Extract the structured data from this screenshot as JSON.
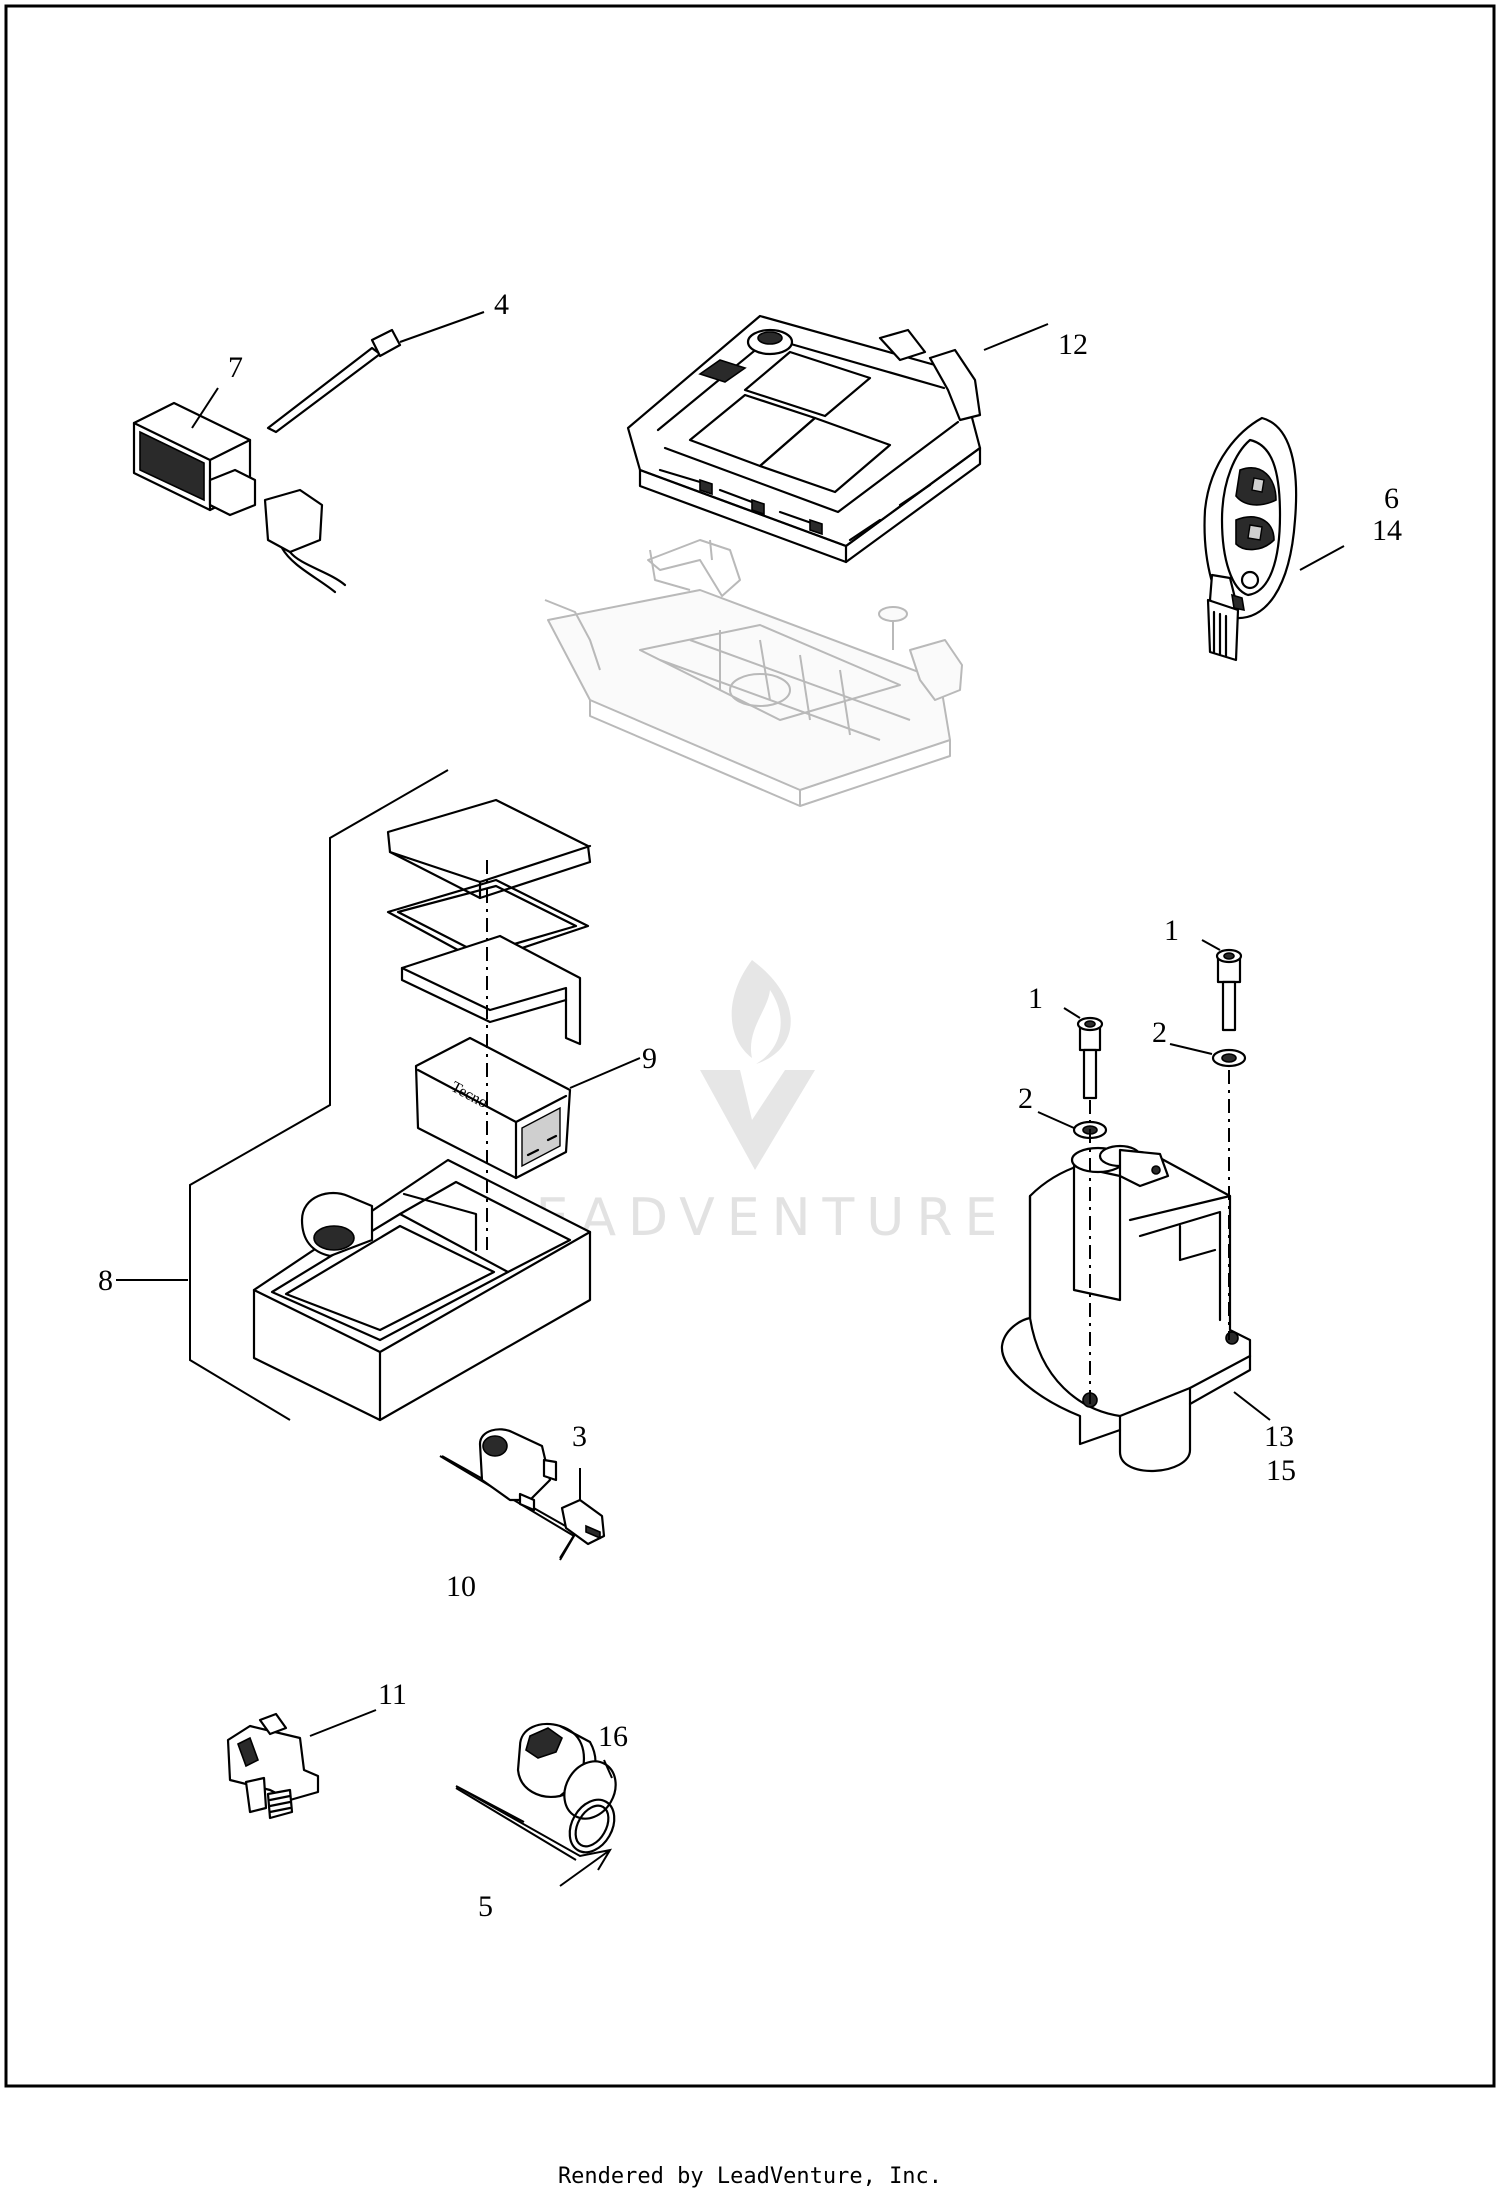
{
  "callouts": {
    "c1a": "1",
    "c1b": "1",
    "c2a": "2",
    "c2b": "2",
    "c3": "3",
    "c4": "4",
    "c5": "5",
    "c6": "6",
    "c7": "7",
    "c8": "8",
    "c9": "9",
    "c10": "10",
    "c11": "11",
    "c12": "12",
    "c13": "13",
    "c14": "14",
    "c15": "15",
    "c16": "16"
  },
  "watermark": {
    "text": "LEADVENTURE"
  },
  "footer": {
    "text": "Rendered by LeadVenture, Inc."
  },
  "colors": {
    "ink": "#000000",
    "ghost": "#b9b9b9",
    "watermark": "#e2e2e2",
    "background": "#ffffff"
  }
}
